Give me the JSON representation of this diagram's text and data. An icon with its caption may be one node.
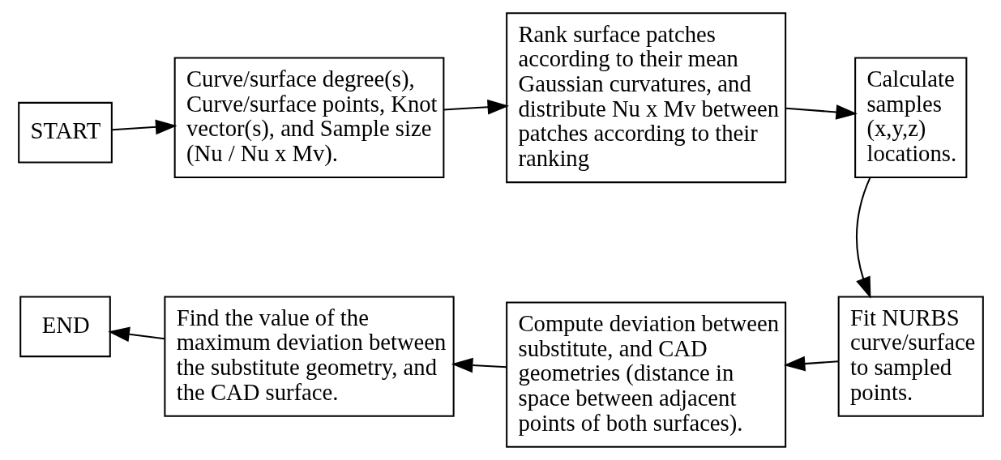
{
  "diagram": {
    "nodes": [
      {
        "text": [
          "START"
        ]
      },
      {
        "text": [
          "Curve/surface degree(s), Curve/surface points, Knot vector(s), and Sample size (Nu / Nu x Mv)."
        ]
      },
      {
        "text": [
          "Rank surface patches according to their mean Gaussian curvatures, and distribute Nu x Mv between patches according to their ranking"
        ]
      },
      {
        "text": [
          "Calculate samples (x,y,z) locations."
        ]
      },
      {
        "text": [
          "Fit NURBS curve/surface to sampled points."
        ]
      },
      {
        "text": [
          "Compute deviation between substitute, and CAD geometries (distance in space between adjacent points of both surfaces)."
        ]
      },
      {
        "text": [
          "Find the value of the maximum deviation between the substitute geometry, and the CAD surface."
        ]
      },
      {
        "text": [
          "END"
        ]
      }
    ],
    "edges": [
      {
        "from": 0,
        "to": 1,
        "arrow": "to"
      },
      {
        "from": 1,
        "to": 2,
        "arrow": "to"
      },
      {
        "from": 2,
        "to": 3,
        "arrow": "to"
      },
      {
        "from": 3,
        "to": 4,
        "arrow": "to"
      },
      {
        "from": 4,
        "to": 5,
        "arrow": "to"
      },
      {
        "from": 5,
        "to": 6,
        "arrow": "to"
      },
      {
        "from": 6,
        "to": 7,
        "arrow": "to"
      }
    ]
  }
}
